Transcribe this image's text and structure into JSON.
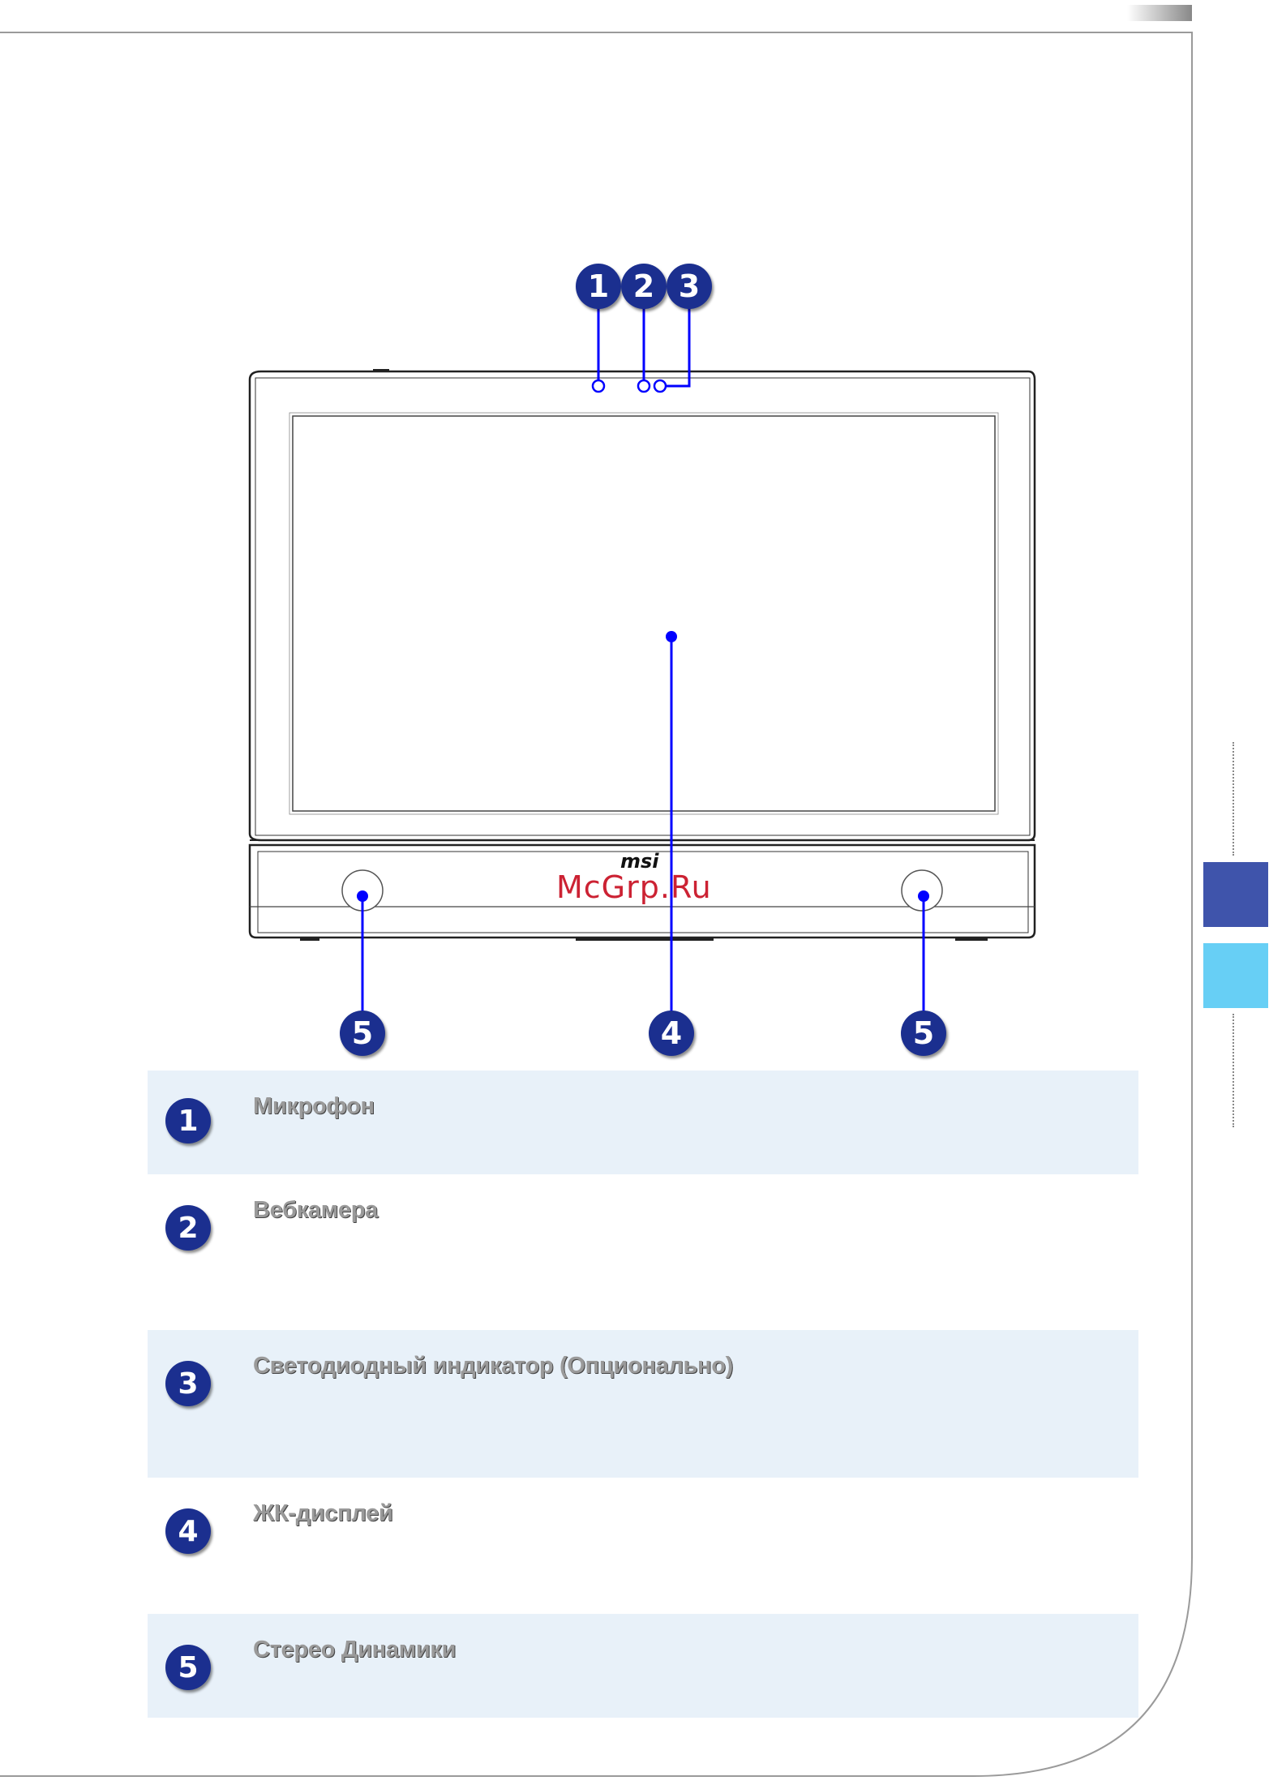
{
  "watermark": "McGrp.Ru",
  "brand_logo": "msi",
  "callouts": {
    "c1": "1",
    "c2": "2",
    "c3": "3",
    "c4": "4",
    "c5a": "5",
    "c5b": "5"
  },
  "legend": [
    {
      "number": "1",
      "label": "Микрофон"
    },
    {
      "number": "2",
      "label": "Вебкамера"
    },
    {
      "number": "3",
      "label": "Светодиодный индикатор (Опционально)"
    },
    {
      "number": "4",
      "label": "ЖК-дисплей"
    },
    {
      "number": "5",
      "label": "Стерео Динамики"
    }
  ],
  "colors": {
    "callout_fill": "#1b2f8f",
    "leader_line": "#0000ff",
    "row_shade": "#e8f1f9",
    "tab_dark": "#3f54ab",
    "tab_light": "#67cff5"
  }
}
